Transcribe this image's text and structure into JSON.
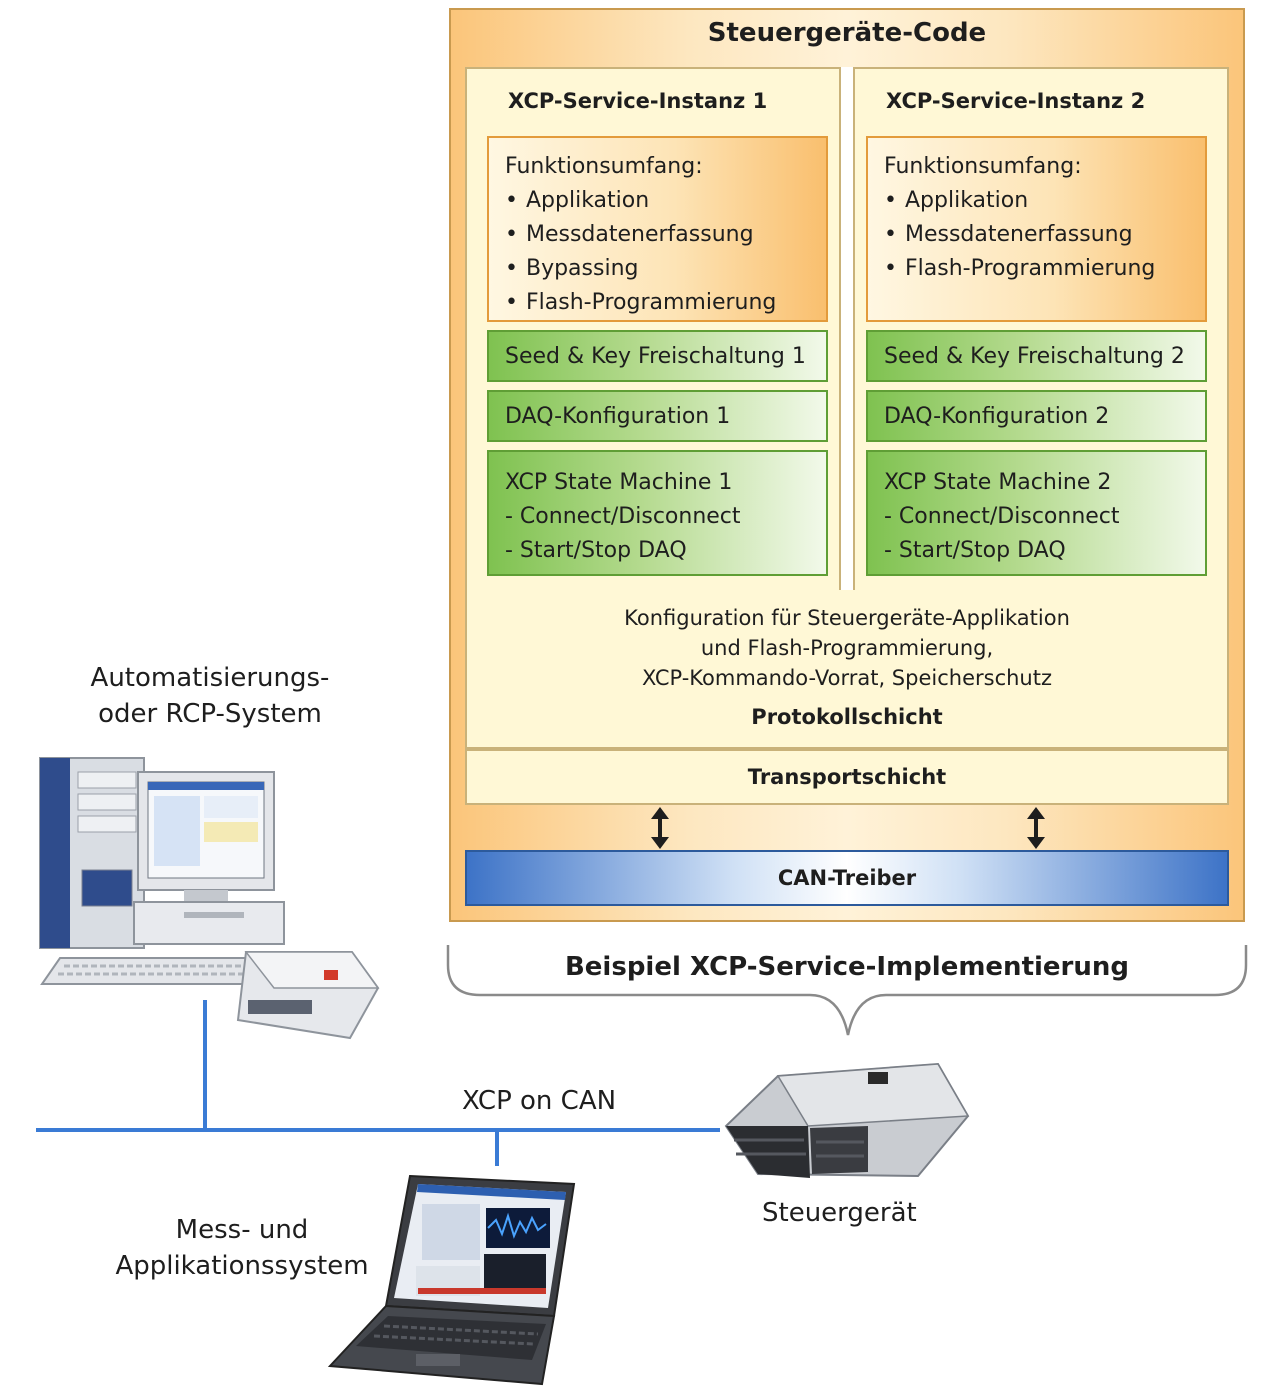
{
  "ecu_code": {
    "title": "Steuergeräte-Code",
    "instances": [
      {
        "title": "XCP-Service-Instanz 1",
        "function_heading": "Funktionsumfang:",
        "functions": [
          "Applikation",
          "Messdatenerfassung",
          "Bypassing",
          "Flash-Programmierung"
        ],
        "seed_key": "Seed & Key Freischaltung 1",
        "daq_config": "DAQ-Konfiguration 1",
        "state_machine": {
          "title": "XCP State Machine 1",
          "lines": [
            "- Connect/Disconnect",
            "- Start/Stop DAQ"
          ]
        }
      },
      {
        "title": "XCP-Service-Instanz 2",
        "function_heading": "Funktionsumfang:",
        "functions": [
          "Applikation",
          "Messdatenerfassung",
          "Flash-Programmierung"
        ],
        "seed_key": "Seed & Key Freischaltung 2",
        "daq_config": "DAQ-Konfiguration 2",
        "state_machine": {
          "title": "XCP State Machine 2",
          "lines": [
            "- Connect/Disconnect",
            "- Start/Stop DAQ"
          ]
        }
      }
    ],
    "configuration_lines": [
      "Konfiguration für Steuergeräte-Applikation",
      "und Flash-Programmierung,",
      "XCP-Kommando-Vorrat, Speicherschutz"
    ],
    "protocol_layer": "Protokollschicht",
    "transport_layer": "Transportschicht",
    "can_driver": "CAN-Treiber"
  },
  "brace_caption": "Beispiel XCP-Service-Implementierung",
  "automation_label": [
    "Automatisierungs-",
    "oder RCP-System"
  ],
  "bus_label": "XCP on CAN",
  "ecu_label": "Steuergerät",
  "measurement_label": [
    "Mess- und",
    "Applikationssystem"
  ],
  "colors": {
    "orange_border": "#e39b3b",
    "green_border": "#5f9e35",
    "can_blue": "#3d73c7",
    "bus_blue": "#3a7bd5"
  }
}
